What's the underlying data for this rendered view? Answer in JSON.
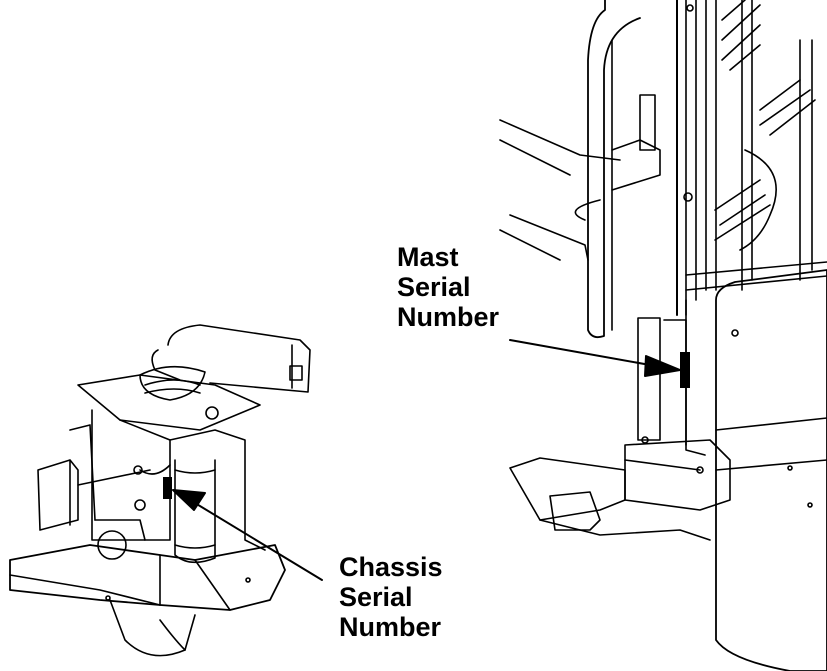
{
  "labels": {
    "mast": [
      "Mast",
      "Serial",
      "Number"
    ],
    "chassis": [
      "Chassis",
      "Serial",
      "Number"
    ]
  },
  "colors": {
    "line": "#000000",
    "background": "#ffffff",
    "serial_plate": "#000000"
  }
}
